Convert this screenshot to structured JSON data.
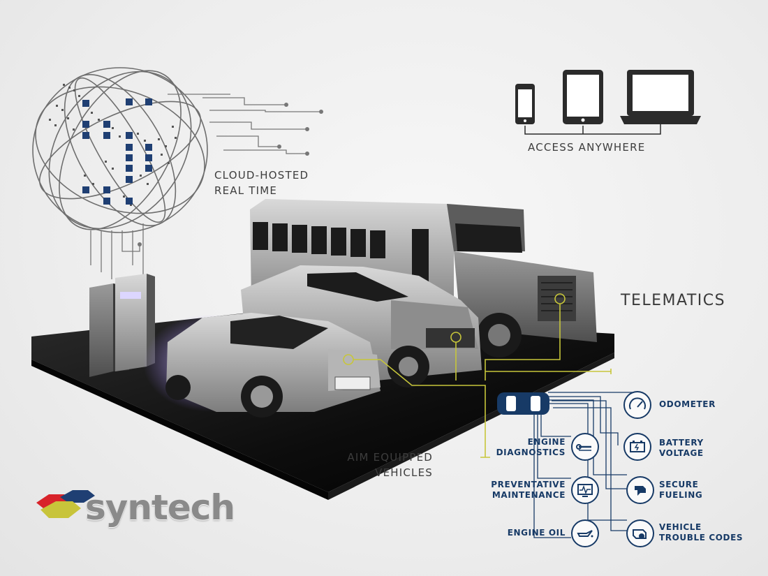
{
  "cloud": {
    "line1": "CLOUD-HOSTED",
    "line2": "REAL TIME"
  },
  "access": {
    "label": "ACCESS ANYWHERE"
  },
  "telematics": {
    "title": "TELEMATICS"
  },
  "vehicles": {
    "line1": "AIM EQUIPPED",
    "line2": "VEHICLES"
  },
  "features": {
    "odometer": {
      "line1": "ODOMETER",
      "line2": ""
    },
    "battery": {
      "line1": "BATTERY",
      "line2": "VOLTAGE"
    },
    "fueling": {
      "line1": "SECURE",
      "line2": "FUELING"
    },
    "codes": {
      "line1": "VEHICLE",
      "line2": "TROUBLE CODES"
    },
    "diagnostics": {
      "line1": "ENGINE",
      "line2": "DIAGNOSTICS"
    },
    "maintenance": {
      "line1": "PREVENTATIVE",
      "line2": "MAINTENANCE"
    },
    "oil": {
      "line1": "ENGINE OIL",
      "line2": ""
    }
  },
  "logo": {
    "text": "syntech",
    "colors": [
      "#d8232a",
      "#1f3f73",
      "#c8c43a"
    ]
  },
  "colors": {
    "accent": "#173a66",
    "connector": "#c7c63a",
    "text": "#3d3d3d"
  },
  "icons": {
    "globe": "globe-icon",
    "phone": "phone-icon",
    "tablet": "tablet-icon",
    "laptop": "laptop-icon",
    "car": "car-top-icon",
    "odometer": "gauge-icon",
    "battery": "battery-icon",
    "fueling": "fuel-nozzle-icon",
    "codes": "check-engine-icon",
    "diagnostics": "wrench-screwdriver-icon",
    "maintenance": "monitor-pulse-icon",
    "oil": "oil-can-icon"
  }
}
